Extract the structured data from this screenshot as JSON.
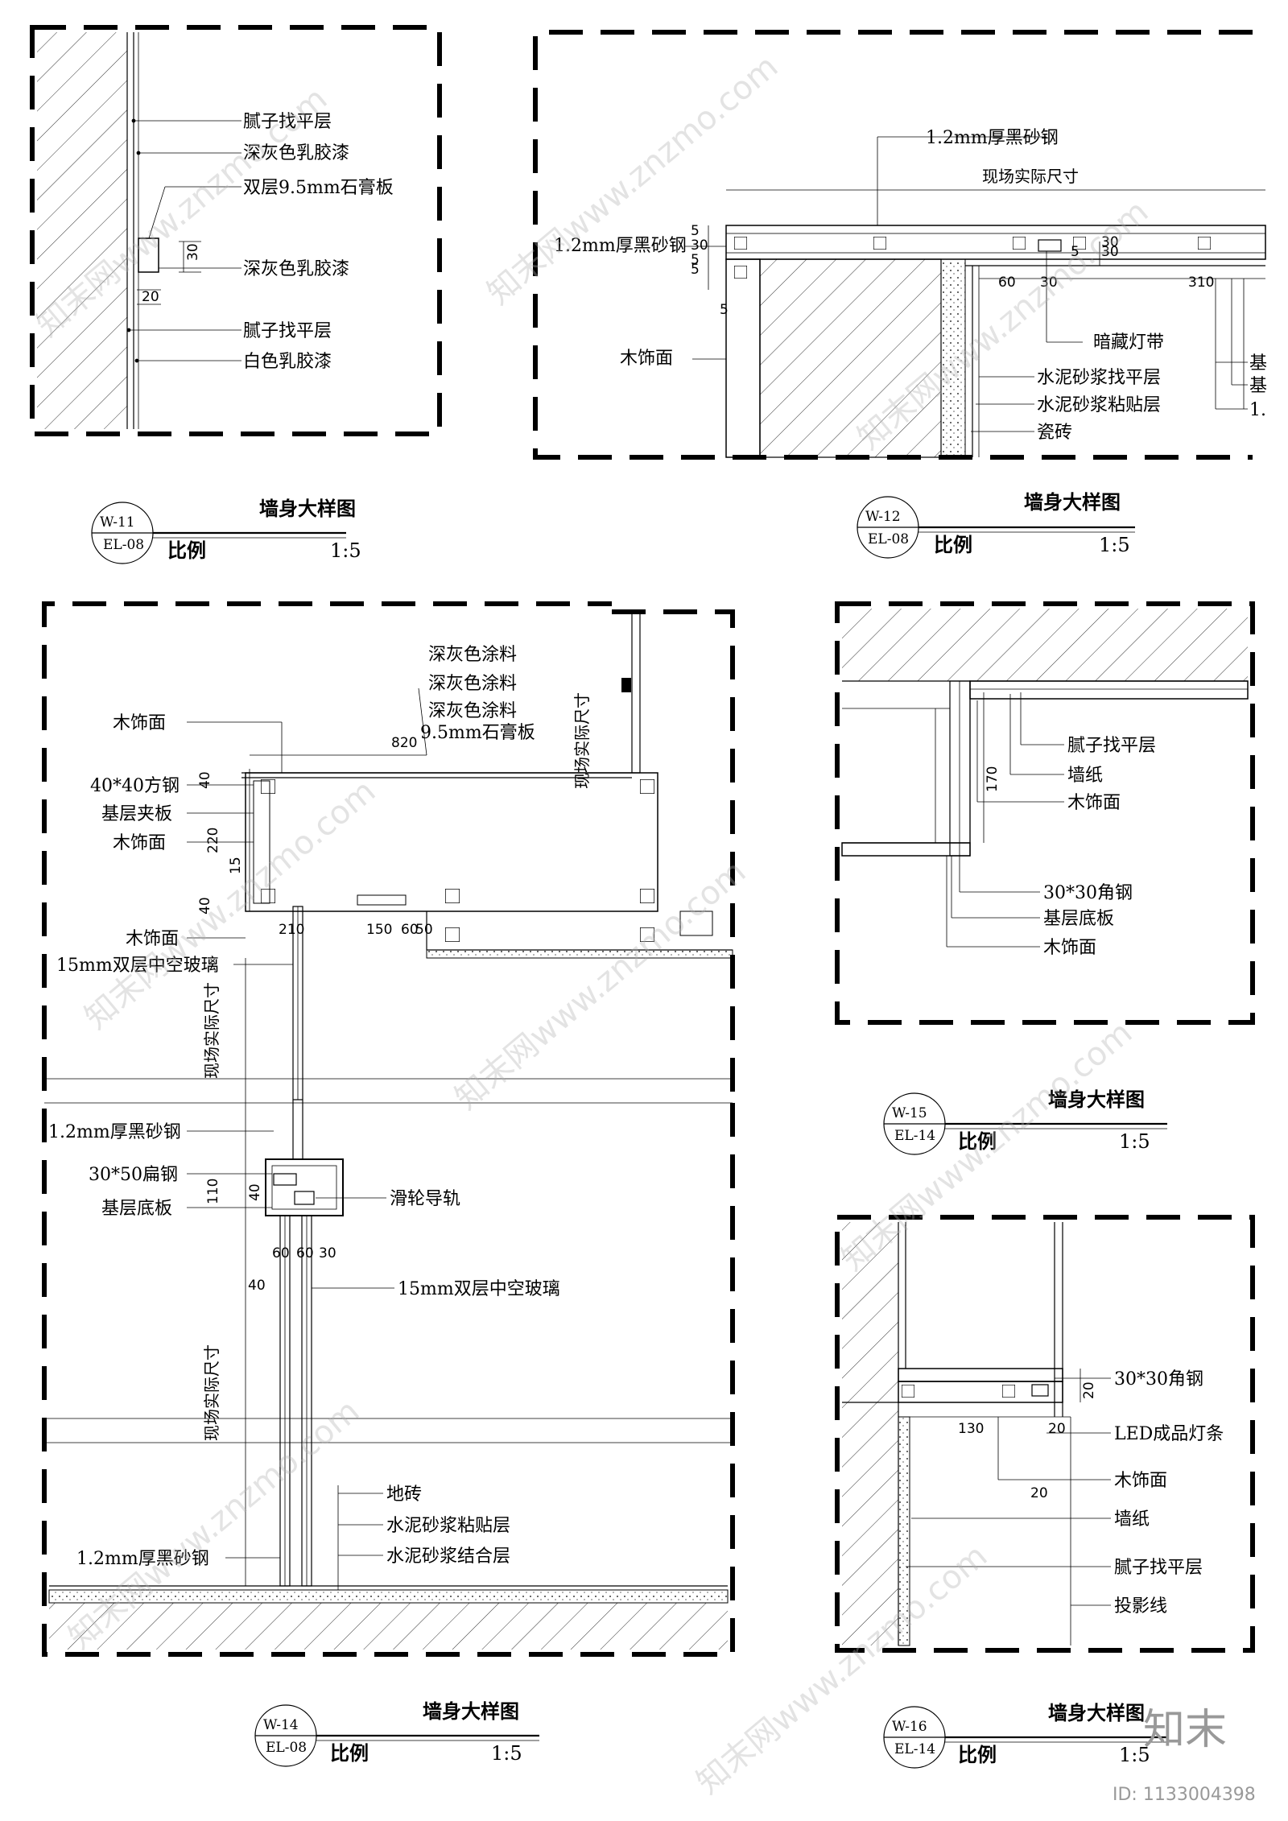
{
  "panels": {
    "w11": {
      "labels": [
        "腻子找平层",
        "深灰色乳胶漆",
        "双层9.5mm石膏板",
        "深灰色乳胶漆",
        "腻子找平层",
        "白色乳胶漆"
      ],
      "dims": [
        "30",
        "20"
      ],
      "title": {
        "id": "W-11",
        "ref": "EL-08",
        "name": "墙身大样图",
        "scale_label": "比例",
        "scale": "1:5"
      }
    },
    "w12": {
      "labels": [
        "1.2mm厚黑砂钢",
        "现场实际尺寸",
        "1.2mm厚黑砂钢",
        "木饰面",
        "暗藏灯带",
        "水泥砂浆找平层",
        "水泥砂浆粘贴层",
        "瓷砖",
        "基",
        "基",
        "1."
      ],
      "dims": [
        "5",
        "30",
        "5",
        "5",
        "30",
        "5",
        "5",
        "60",
        "30",
        "310",
        "30"
      ],
      "title": {
        "id": "W-12",
        "ref": "EL-08",
        "name": "墙身大样图",
        "scale_label": "比例",
        "scale": "1:5"
      }
    },
    "w14": {
      "labels": [
        "深灰色涂料",
        "深灰色涂料",
        "深灰色涂料",
        "9.5mm石膏板",
        "木饰面",
        "40*40方钢",
        "基层夹板",
        "木饰面",
        "木饰面",
        "15mm双层中空玻璃",
        "1.2mm厚黑砂钢",
        "30*50扁钢",
        "基层底板",
        "滑轮导轨",
        "15mm双层中空玻璃",
        "地砖",
        "水泥砂浆粘贴层",
        "水泥砂浆结合层",
        "1.2mm厚黑砂钢",
        "现场实际尺寸",
        "现场实际尺寸",
        "现场实际尺寸"
      ],
      "dims": [
        "820",
        "40",
        "220",
        "15",
        "40",
        "210",
        "150",
        "60",
        "50",
        "40",
        "110",
        "60",
        "60",
        "30",
        "40"
      ],
      "title": {
        "id": "W-14",
        "ref": "EL-08",
        "name": "墙身大样图",
        "scale_label": "比例",
        "scale": "1:5"
      }
    },
    "w15": {
      "labels": [
        "腻子找平层",
        "墙纸",
        "木饰面",
        "30*30角钢",
        "基层底板",
        "木饰面"
      ],
      "dims": [
        "170"
      ],
      "title": {
        "id": "W-15",
        "ref": "EL-14",
        "name": "墙身大样图",
        "scale_label": "比例",
        "scale": "1:5"
      }
    },
    "w16": {
      "labels": [
        "30*30角钢",
        "LED成品灯条",
        "木饰面",
        "墙纸",
        "腻子找平层",
        "投影线"
      ],
      "dims": [
        "20",
        "130",
        "20",
        "20"
      ],
      "title": {
        "id": "W-16",
        "ref": "EL-14",
        "name": "墙身大样图",
        "scale_label": "比例",
        "scale": "1:5"
      }
    }
  },
  "watermark": {
    "logo": "知末",
    "id_text": "ID: 1133004398",
    "pattern": "知末网www.znzmo.com"
  }
}
